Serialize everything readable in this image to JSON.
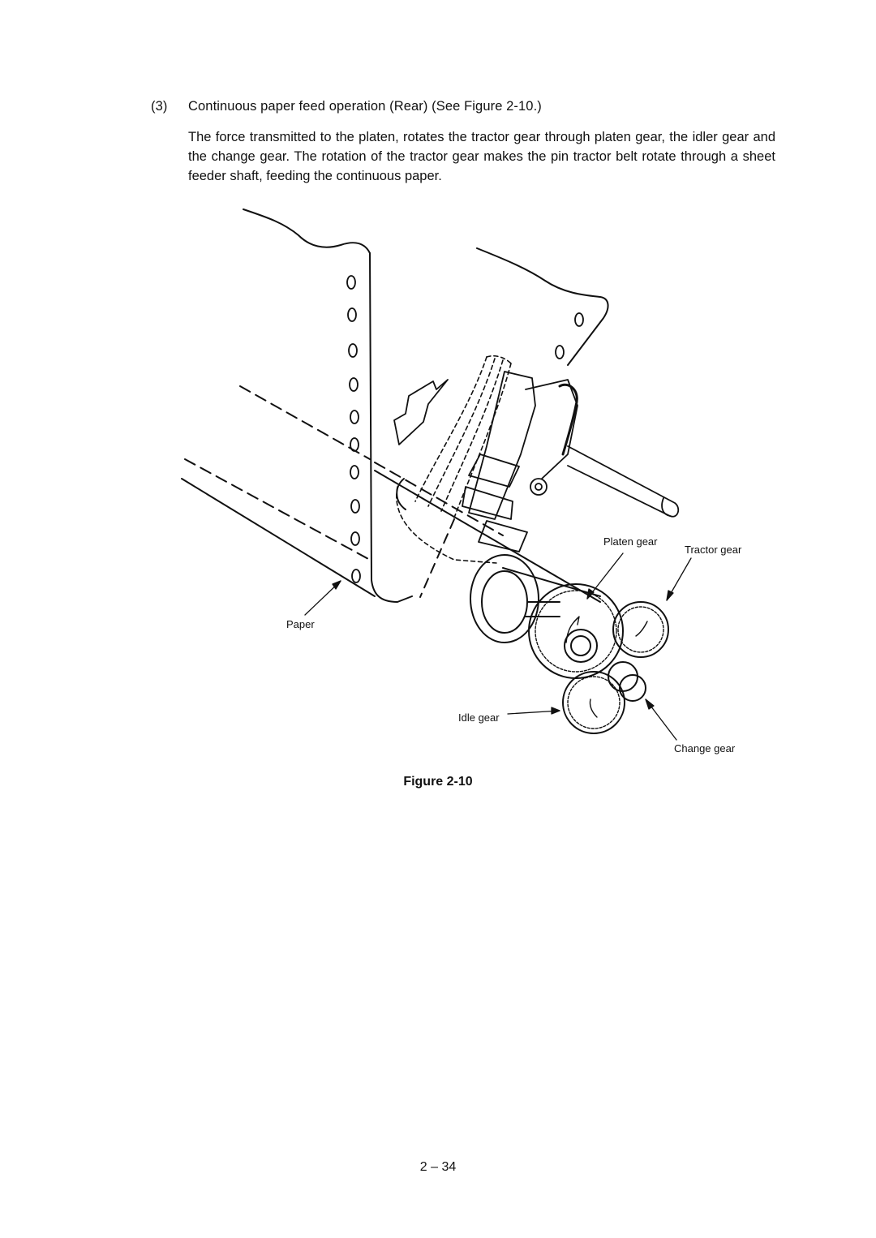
{
  "section": {
    "number": "(3)",
    "title": "Continuous paper feed operation (Rear) (See Figure 2-10.)"
  },
  "paragraph": "The force transmitted to the platen, rotates the tractor gear through platen gear, the idler gear and the change gear. The rotation of the tractor gear makes the pin tractor belt rotate through a sheet feeder shaft, feeding the continuous paper.",
  "figure": {
    "labels": {
      "paper": "Paper",
      "platen_gear": "Platen gear",
      "tractor_gear": "Tractor gear",
      "idle_gear": "Idle gear",
      "change_gear": "Change gear"
    },
    "caption": "Figure 2-10"
  },
  "page_number": "2 – 34"
}
